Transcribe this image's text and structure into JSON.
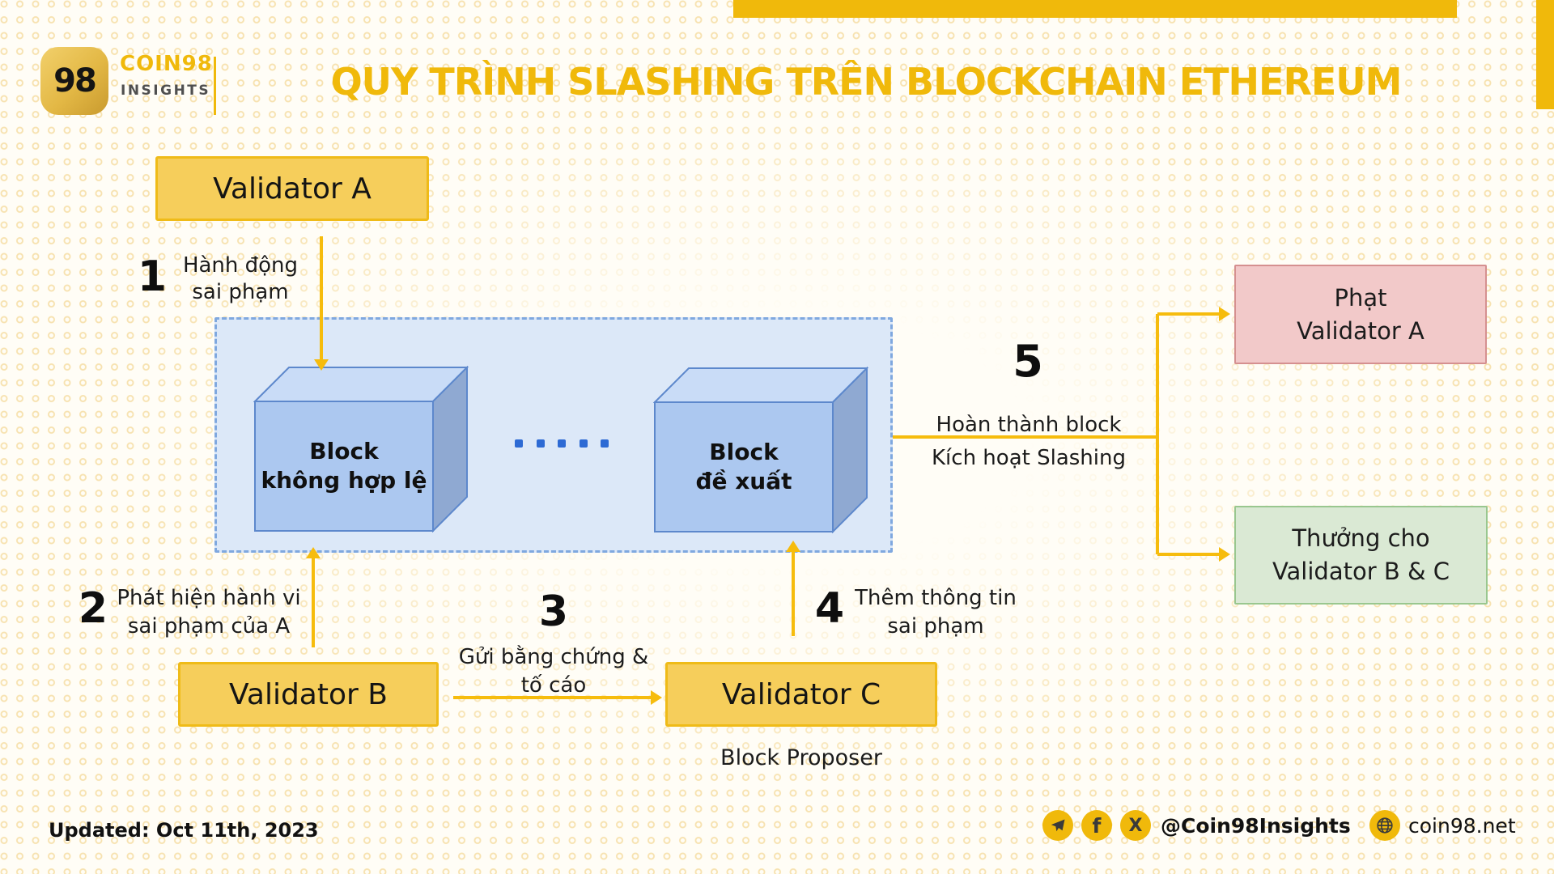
{
  "colors": {
    "accent_yellow": "#F0B90B",
    "validator_box_fill": "#F6CE5B",
    "block_face_blue": "#ACC8F0",
    "chain_container_blue": "#DCE8F8",
    "penalty_pink": "#F2C9C9",
    "reward_green": "#DAE9D4",
    "arrow_yellow": "#F6BC0D"
  },
  "header": {
    "logo_mark": "98",
    "brand": "COIN98",
    "brand_sub": "INSIGHTS",
    "title": "QUY TRÌNH SLASHING TRÊN BLOCKCHAIN ETHEREUM"
  },
  "nodes": {
    "validator_a": "Validator A",
    "validator_b": "Validator B",
    "validator_c": "Validator C",
    "validator_c_caption": "Block Proposer",
    "block_invalid_line1": "Block",
    "block_invalid_line2": "không hợp lệ",
    "block_proposed_line1": "Block",
    "block_proposed_line2": "đề xuất",
    "penalty_line1": "Phạt",
    "penalty_line2": "Validator A",
    "reward_line1": "Thưởng cho",
    "reward_line2": "Validator B & C"
  },
  "steps": [
    {
      "num": "1",
      "line1": "Hành động",
      "line2": "sai phạm"
    },
    {
      "num": "2",
      "line1": "Phát hiện hành vi",
      "line2": "sai phạm của A"
    },
    {
      "num": "3",
      "line1": "Gửi bằng chứng &",
      "line2": "tố cáo"
    },
    {
      "num": "4",
      "line1": "Thêm thông tin",
      "line2": "sai phạm"
    },
    {
      "num": "5",
      "line1": "Hoàn thành block",
      "line2": "Kích hoạt Slashing"
    }
  ],
  "footer": {
    "updated": "Updated: Oct 11th, 2023",
    "handle": "@Coin98Insights",
    "website": "coin98.net",
    "facebook_glyph": "f",
    "x_glyph": "X"
  }
}
